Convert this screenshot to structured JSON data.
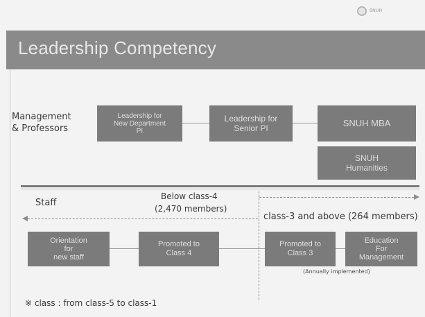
{
  "title": "Leadership Competency",
  "logo": {
    "text": "SNUH"
  },
  "management": {
    "label": "Management\n& Professors",
    "boxes": [
      "Leadership for\nNew Department\nPI",
      "Leadership for\nSenior PI",
      "SNUH MBA",
      "SNUH\nHumanities"
    ]
  },
  "staff": {
    "label": "Staff",
    "below": {
      "line1": "Below class-4",
      "line2": "(2,470 members)"
    },
    "above": "class-3 and above (264 members)",
    "boxes": [
      "Orientation\nfor\nnew staff",
      "Promoted to\nClass 4",
      "Promoted to\nClass 3",
      "Education\nFor\nManagement"
    ],
    "annual_note": "(Annually implemented)"
  },
  "footnote": "※ class : from class-5 to class-1"
}
